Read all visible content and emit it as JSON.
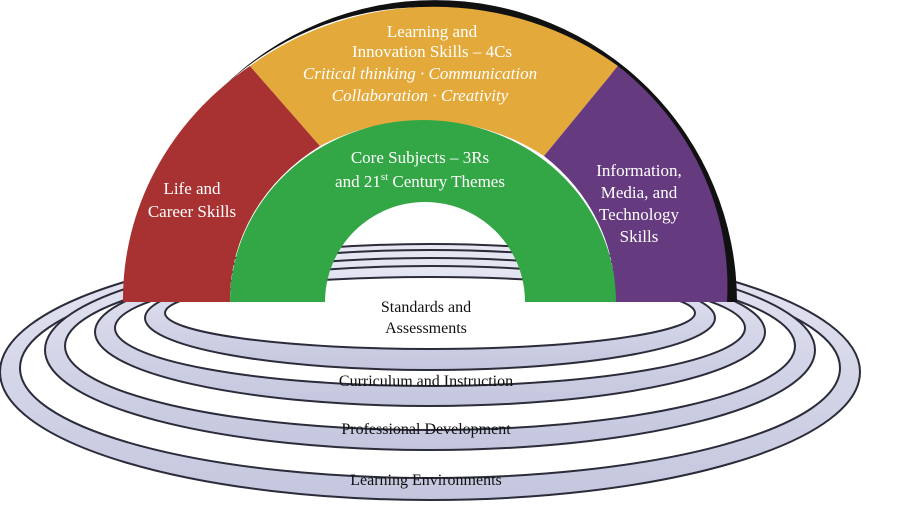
{
  "diagram": {
    "arch": {
      "learning_innovation": {
        "line1": "Learning and",
        "line2": "Innovation Skills – 4Cs",
        "line3": "Critical thinking · Communication",
        "line4": "Collaboration · Creativity",
        "color": "#e3a93a"
      },
      "life_career": {
        "line1": "Life and",
        "line2": "Career Skills",
        "color": "#a83232"
      },
      "information_media": {
        "line1": "Information,",
        "line2": "Media, and",
        "line3": "Technology",
        "line4": "Skills",
        "color": "#653a7f"
      },
      "core_subjects": {
        "line1": "Core Subjects – 3Rs",
        "line2_prefix": "and 21",
        "line2_sup": "st",
        "line2_suffix": " Century Themes",
        "color": "#33a645"
      }
    },
    "rings": {
      "standards": {
        "line1": "Standards and",
        "line2": "Assessments"
      },
      "curriculum": "Curriculum and Instruction",
      "professional": "Professional Development",
      "environments": "Learning Environments",
      "ring_color": "#cfd0e6",
      "ring_edge": "#2b2b3a"
    }
  }
}
